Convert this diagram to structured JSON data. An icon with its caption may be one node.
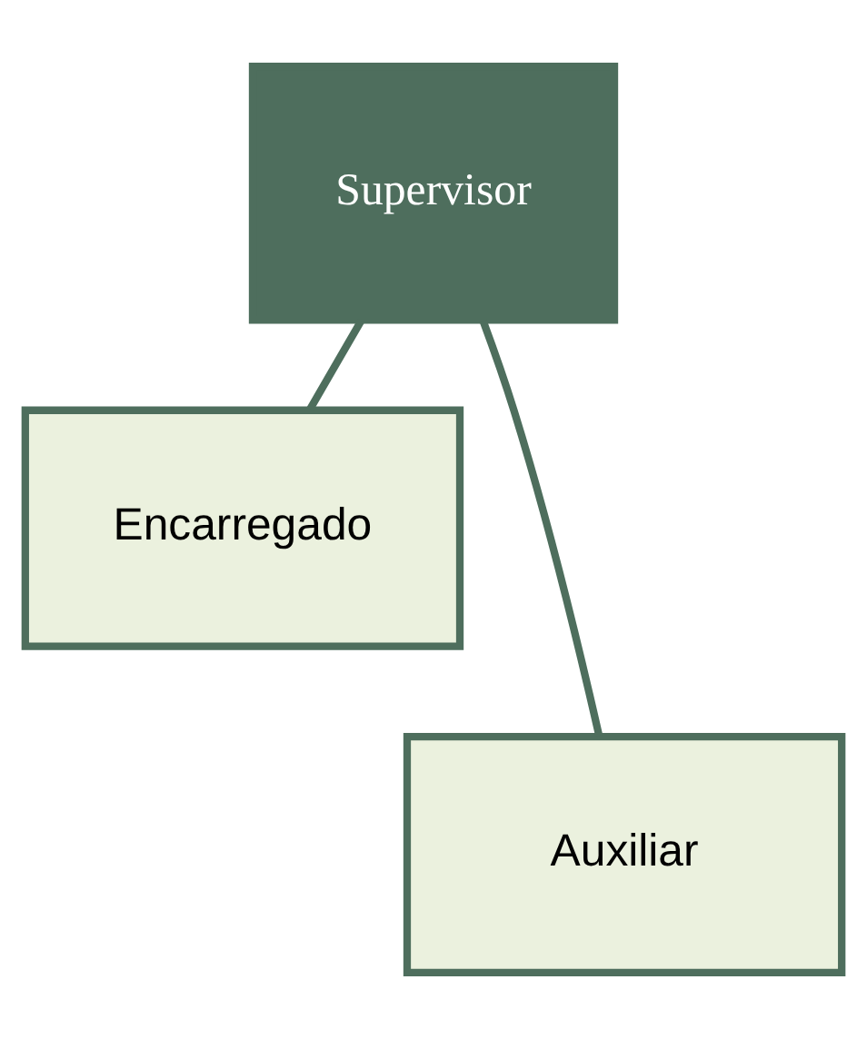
{
  "diagram": {
    "nodes": [
      {
        "text": [
          "Supervisor"
        ]
      },
      {
        "text": [
          "Encarregado"
        ]
      },
      {
        "text": [
          "Auxiliar"
        ]
      }
    ],
    "edges": [
      {
        "from": 0,
        "to": 1,
        "arrow": "none"
      },
      {
        "from": 0,
        "to": 2,
        "arrow": "none"
      }
    ]
  }
}
